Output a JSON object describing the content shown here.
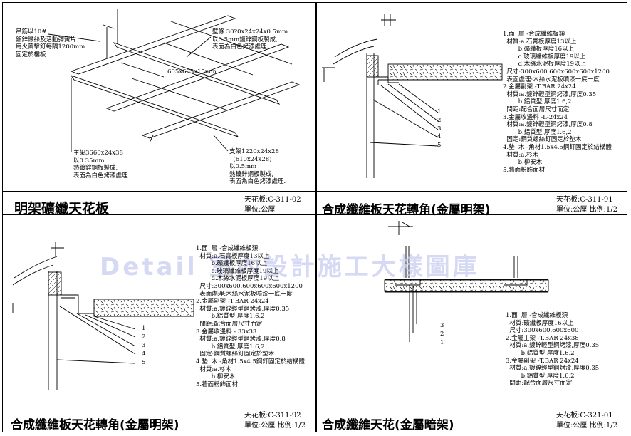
{
  "watermark": "Detail 室內設計施工大樣圖庫",
  "panels": [
    {
      "title": "明架礦纖天花板",
      "code": "天花板:C-311-02",
      "unit": "單位:公厘",
      "scale": "",
      "notes": {
        "hanger": "吊筋以10#\n鍍鋅鐵絲及活動彈簧片\n用火藥擊釘每隔1200mm\n固定於樓板",
        "border": "壁條 30?0x24x24x0.5mm\n以0.5mm鍍鋅鋼板製成,\n表面為白色烤漆處理.",
        "board": "605x605x15mm",
        "main": "主架3660x24x38\n以0.35mm\n熱鍍鋅鋼板製成,\n表面為白色烤漆處理.",
        "cross": "支架1220x24x28\n  (610x24x28)\n以0.5mm\n熱鍍鋅鋼板製成,\n表面為白色烤漆處理."
      }
    },
    {
      "title": "合成纖維板天花轉角(金屬明架)",
      "code": "天花板:C-311-91",
      "unit": "單位:公厘",
      "scale": "比例:1/2",
      "legend": "1.面  層 -合成纖維板類\n  材質:a.石膏板厚度13以上\n        b.礦纖板厚度16以上\n        c.玻璃纖維板厚度19以上\n        d.木絲水泥板厚度19以上\n  尺寸:300x600.600x600x600x1200\n  表面處理:木絲水泥板噴漆一底一度\n2.金屬副架 -T.BAR 24x24\n  材質:a.鍍鋅輕型鋼烤漆,厚度0.35\n        b.鋁質型,厚度1.6,2\n  間距:配合面層尺寸而定\n3.金屬收邊料 -L-24x24\n  材質:a.鍍鋅輕型鋼烤漆,厚度0.8\n        b.鋁質型,厚度1.6,2\n  固定:鋼質螺絲釘固定於墊木\n4.墊  木 -角材1.5x4.5鋼釘固定於結構體\n  材質:a.杉木\n        b.柳安木\n5.牆面粉飾面材",
      "callouts": [
        "1",
        "2",
        "3",
        "4",
        "5"
      ]
    },
    {
      "title": "合成纖維板天花轉角(金屬明架)",
      "code": "天花板:C-311-92",
      "unit": "單位:公厘",
      "scale": "比例:1/2",
      "legend": "1.面  層 -合成纖維板類\n  材質:a.石膏板厚度13以上\n        b.礦纖板厚度16以上\n        c.玻璃纖維板厚度19以上\n        d.木絲水泥板厚度19以上\n  尺寸:300x600.600x600x600x1200\n  表面處理:木絲水泥板噴漆一底一度\n2.金屬副架 -T.BAR 24x24\n  材質:a.鍍鋅輕型鋼烤漆,厚度0.35\n        b.鋁質型,厚度1.6,2\n  間距:配合面層尺寸而定\n3.金屬收邊料 - 33x33\n  材質:a.鍍鋅輕型鋼烤漆,厚度0.8\n        b.鋁質型,厚度1.6,2\n  固定:鋼質螺絲釘固定於墊木\n4.墊  木 -角材1.5x4.5鋼釘固定於結構體\n  材質:a.杉木\n        b.柳安木\n5.牆面粉飾面材",
      "callouts": [
        "1",
        "2",
        "3",
        "4",
        "5"
      ]
    },
    {
      "title": "合成纖維天花(金屬暗架)",
      "code": "天花板:C-321-01",
      "unit": "單位:公厘",
      "scale": "比例:1/2",
      "legend": "1.面  層 -合成纖維板類\n  材質:礦纖板厚度16以上\n  尺寸:300x600.600x600\n2.金屬主架 -T.BAR 24x38\n  材質:a.鍍鋅輕型鋼烤漆,厚度0.35\n        b.鋁質型,厚度1.6,2\n3.金屬副架 -T.BAR 24x24\n  材質:a.鍍鋅輕型鋼烤漆,厚度0.35\n        b.鋁質型,厚度1.6,2\n  間距:配合面層尺寸而定",
      "callouts": [
        "3",
        "2",
        "1"
      ]
    }
  ]
}
